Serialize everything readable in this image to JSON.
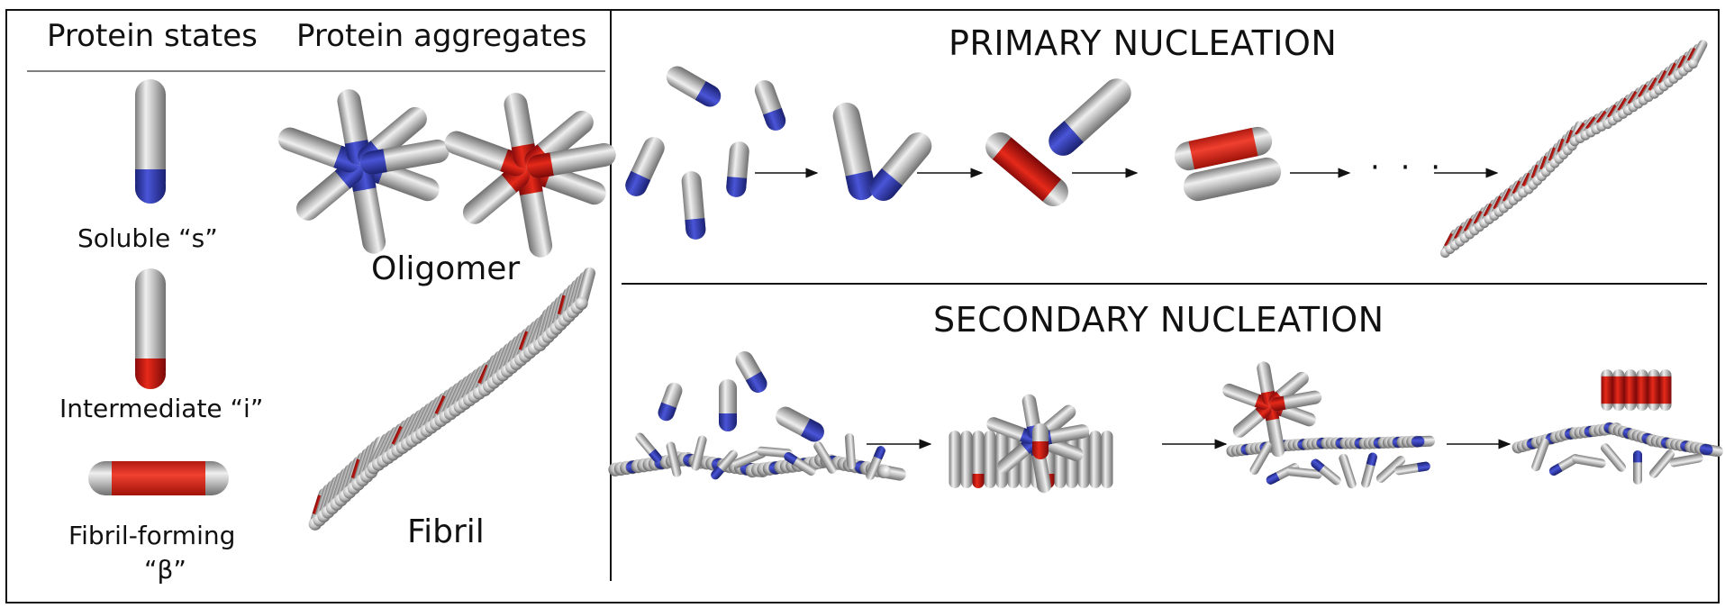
{
  "left_panel": {
    "headers": {
      "states": "Protein states",
      "aggregates": "Protein aggregates"
    },
    "states": [
      {
        "label": "Soluble “s”",
        "end_color": "#2a34a8"
      },
      {
        "label": "Intermediate “i”",
        "end_color": "#c01010"
      },
      {
        "label": "Fibril-forming",
        "label2": "“β”",
        "band_color": "#e0301e"
      }
    ],
    "aggregates": {
      "oligomer": "Oligomer",
      "fibril": "Fibril"
    }
  },
  "primary": {
    "title": "PRIMARY NUCLEATION",
    "ellipsis": "· · ·"
  },
  "secondary": {
    "title": "SECONDARY NUCLEATION"
  },
  "colors": {
    "body": "#b4b4b4",
    "soluble": "#2a34a8",
    "intermediate": "#c01010",
    "beta": "#e0301e",
    "line": "#111111"
  }
}
